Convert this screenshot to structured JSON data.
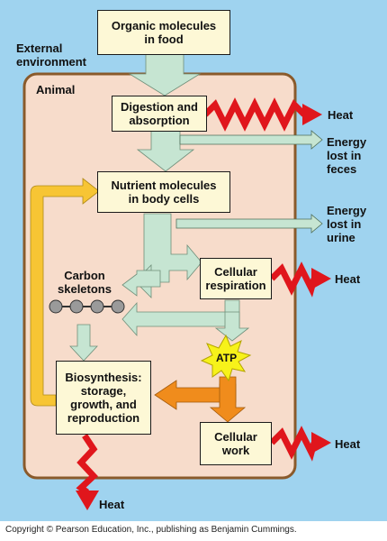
{
  "labels": {
    "external_environment": "External\nenvironment",
    "animal": "Animal",
    "carbon_skeletons": "Carbon\nskeletons",
    "heat": "Heat",
    "energy_lost_feces": "Energy\nlost in\nfeces",
    "energy_lost_urine": "Energy\nlost in\nurine",
    "atp": "ATP"
  },
  "boxes": {
    "organic_molecules": "Organic molecules\nin food",
    "digestion": "Digestion and\nabsorption",
    "nutrient_molecules": "Nutrient molecules\nin body cells",
    "cellular_respiration": "Cellular\nrespiration",
    "biosynthesis": "Biosynthesis:\nstorage,\ngrowth, and\nreproduction",
    "cellular_work": "Cellular\nwork"
  },
  "copyright": "Copyright © Pearson Education, Inc., publishing as Benjamin Cummings.",
  "colors": {
    "background_sky": "#9fd3ef",
    "animal_fill": "#f7dccb",
    "animal_border": "#8a5a2b",
    "box_fill": "#fdf8d6",
    "flow_green": "#c6e5d2",
    "heat_red": "#e0161c",
    "recycle_yellow": "#f7c534",
    "atp_yellow": "#f7f21a",
    "work_orange": "#f08c1c"
  }
}
